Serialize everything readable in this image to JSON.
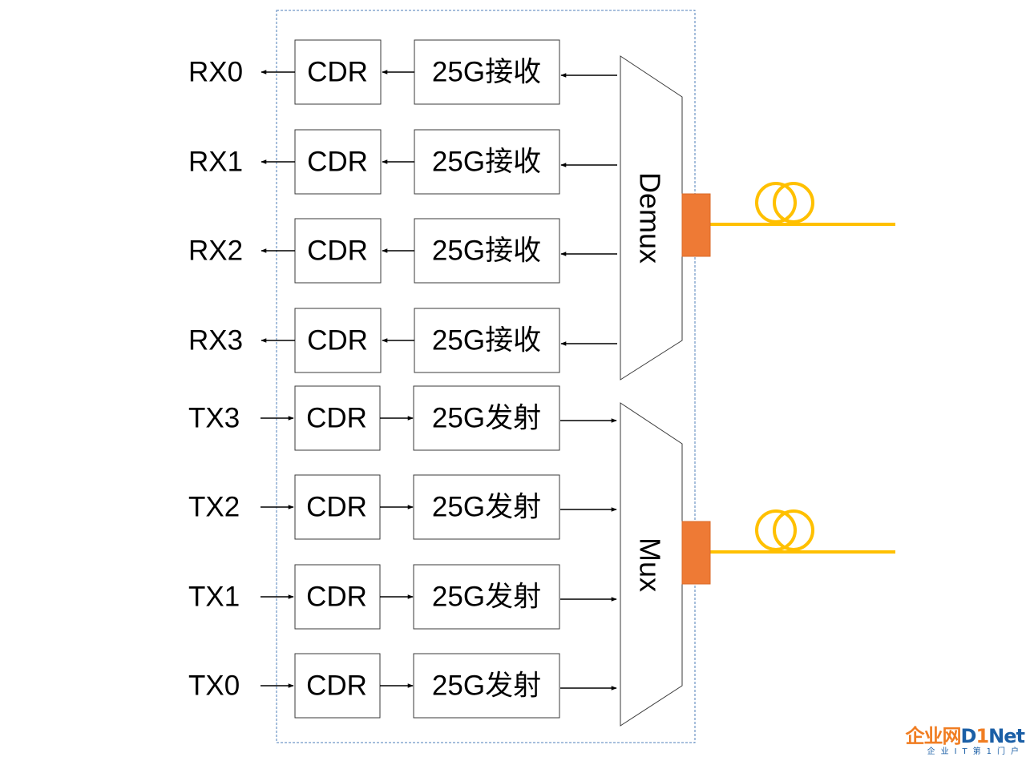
{
  "diagram": {
    "receive_channels": [
      {
        "port": "RX0",
        "cdr": "CDR",
        "receiver": "25G接收"
      },
      {
        "port": "RX1",
        "cdr": "CDR",
        "receiver": "25G接收"
      },
      {
        "port": "RX2",
        "cdr": "CDR",
        "receiver": "25G接收"
      },
      {
        "port": "RX3",
        "cdr": "CDR",
        "receiver": "25G接收"
      }
    ],
    "transmit_channels": [
      {
        "port": "TX3",
        "cdr": "CDR",
        "transmitter": "25G发射"
      },
      {
        "port": "TX2",
        "cdr": "CDR",
        "transmitter": "25G发射"
      },
      {
        "port": "TX1",
        "cdr": "CDR",
        "transmitter": "25G发射"
      },
      {
        "port": "TX0",
        "cdr": "CDR",
        "transmitter": "25G发射"
      }
    ],
    "demux_label": "Demux",
    "mux_label": "Mux"
  },
  "watermark": {
    "brand_cn": "企业网",
    "brand_d": "D",
    "brand_1": "1",
    "brand_net": "Net",
    "sub": "企业IT第1门户"
  },
  "colors": {
    "line": "#000000",
    "box_border": "#3a3a3a",
    "dashed_border": "#4f7fb8",
    "connector": "#ee7a35",
    "fiber": "#ffc000"
  }
}
